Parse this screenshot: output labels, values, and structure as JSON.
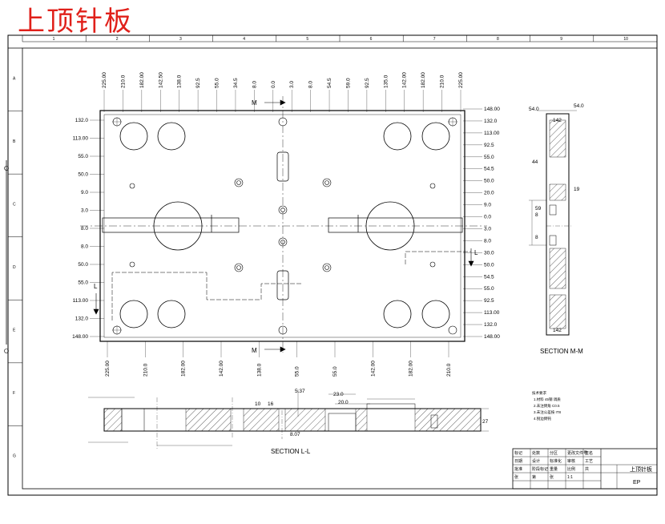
{
  "title": "上顶针板",
  "zone_numbers": [
    "1",
    "2",
    "3",
    "4",
    "5",
    "6",
    "7",
    "8",
    "9",
    "10"
  ],
  "zone_letters": [
    "A",
    "B",
    "C",
    "D",
    "E",
    "F",
    "G"
  ],
  "plan": {
    "top_dims": [
      "225.00",
      "210.0",
      "182.00",
      "142.50",
      "138.0",
      "92.5",
      "55.0",
      "34.5",
      "8.0",
      "0.0",
      "3.0",
      "8.0",
      "54.5",
      "59.0",
      "92.5",
      "135.0",
      "142.00",
      "182.00",
      "210.0",
      "225.00"
    ],
    "bottom_dims": [
      "225.00",
      "210.0",
      "182.00",
      "142.00",
      "138.0",
      "55.0",
      "55.0",
      "142.00",
      "182.00",
      "210.0"
    ],
    "left_dims": [
      "132.0",
      "113.00",
      "55.0",
      "50.0",
      "9.0",
      "3.0",
      "8.0",
      "8.0",
      "50.0",
      "55.0",
      "113.00",
      "132.0",
      "148.00"
    ],
    "right_dims": [
      "148.00",
      "132.0",
      "113.00",
      "92.5",
      "55.0",
      "54.5",
      "50.0",
      "20.0",
      "9.0",
      "0.0",
      "3.0",
      "8.0",
      "30.0",
      "50.0",
      "54.5",
      "55.0",
      "92.5",
      "113.00",
      "132.0",
      "148.00"
    ],
    "cut_M": "M",
    "cut_L": "L"
  },
  "section_mm": {
    "label": "SECTION M-M",
    "dims": [
      "54.0",
      "54.0",
      "142",
      "44",
      "19",
      "8",
      "59",
      "8",
      "142"
    ]
  },
  "section_ll": {
    "label": "SECTION L-L",
    "dims": [
      "8.07",
      "23.0",
      "20.0",
      "5.37",
      "10",
      "16",
      "27"
    ]
  },
  "notes": {
    "heading": "技术要求",
    "lines": [
      "1.材料 45钢 调质",
      "2.未注倒角 C0.5",
      "3.未注公差按 IT8",
      "4.锐边倒钝"
    ]
  },
  "title_block": {
    "labels": [
      "标记",
      "处数",
      "分区",
      "更改文件号",
      "签名",
      "日期",
      "设计",
      "标准化",
      "审核",
      "工艺",
      "批准",
      "阶段标记",
      "重量",
      "比例",
      "共",
      "张",
      "第",
      "张"
    ],
    "part_name": "上顶针板",
    "scale": "1:1",
    "drawing_no": "EP"
  },
  "colors": {
    "line": "#000000",
    "title": "#e0201a"
  }
}
